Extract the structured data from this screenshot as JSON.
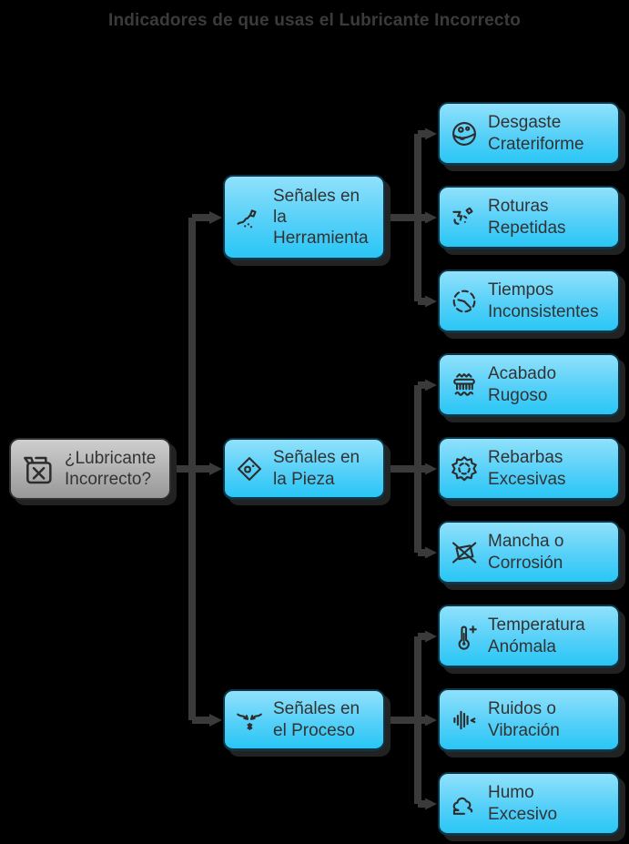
{
  "title": "Indicadores de que usas el Lubricante Incorrecto",
  "colors": {
    "background": "#000000",
    "node_cyan_top": "#90e1fb",
    "node_cyan_bottom": "#29c6f6",
    "node_cyan_border": "#0f3647",
    "root_top": "#cecece",
    "root_bottom": "#989898",
    "edge": "#3a3a3a",
    "text": "#333333",
    "title_color": "#3b3b3b"
  },
  "root": {
    "label": "¿Lubricante\nIncorrecto?",
    "icon": "jerrycan-x-icon"
  },
  "branches": [
    {
      "label": "Señales en\nla\nHerramienta",
      "icon": "broken-tool-icon",
      "children": [
        {
          "label": "Desgaste\nCrateriforme",
          "icon": "crater-wear-icon"
        },
        {
          "label": "Roturas\nRepetidas",
          "icon": "broken-part-icon"
        },
        {
          "label": "Tiempos\nInconsistentes",
          "icon": "dashed-clock-icon"
        }
      ]
    },
    {
      "label": "Señales en\nla Pieza",
      "icon": "gem-piece-icon",
      "children": [
        {
          "label": "Acabado\nRugoso",
          "icon": "rough-surface-icon"
        },
        {
          "label": "Rebarbas\nExcesivas",
          "icon": "burr-badge-icon"
        },
        {
          "label": "Mancha o\nCorrosión",
          "icon": "stain-crossed-icon"
        }
      ]
    },
    {
      "label": "Señales en\nel Proceso",
      "icon": "collision-icon",
      "children": [
        {
          "label": "Temperatura\nAnómala",
          "icon": "thermometer-plus-icon"
        },
        {
          "label": "Ruidos o\nVibración",
          "icon": "sound-waves-icon"
        },
        {
          "label": "Humo\nExcesivo",
          "icon": "smoke-icon"
        }
      ]
    }
  ]
}
